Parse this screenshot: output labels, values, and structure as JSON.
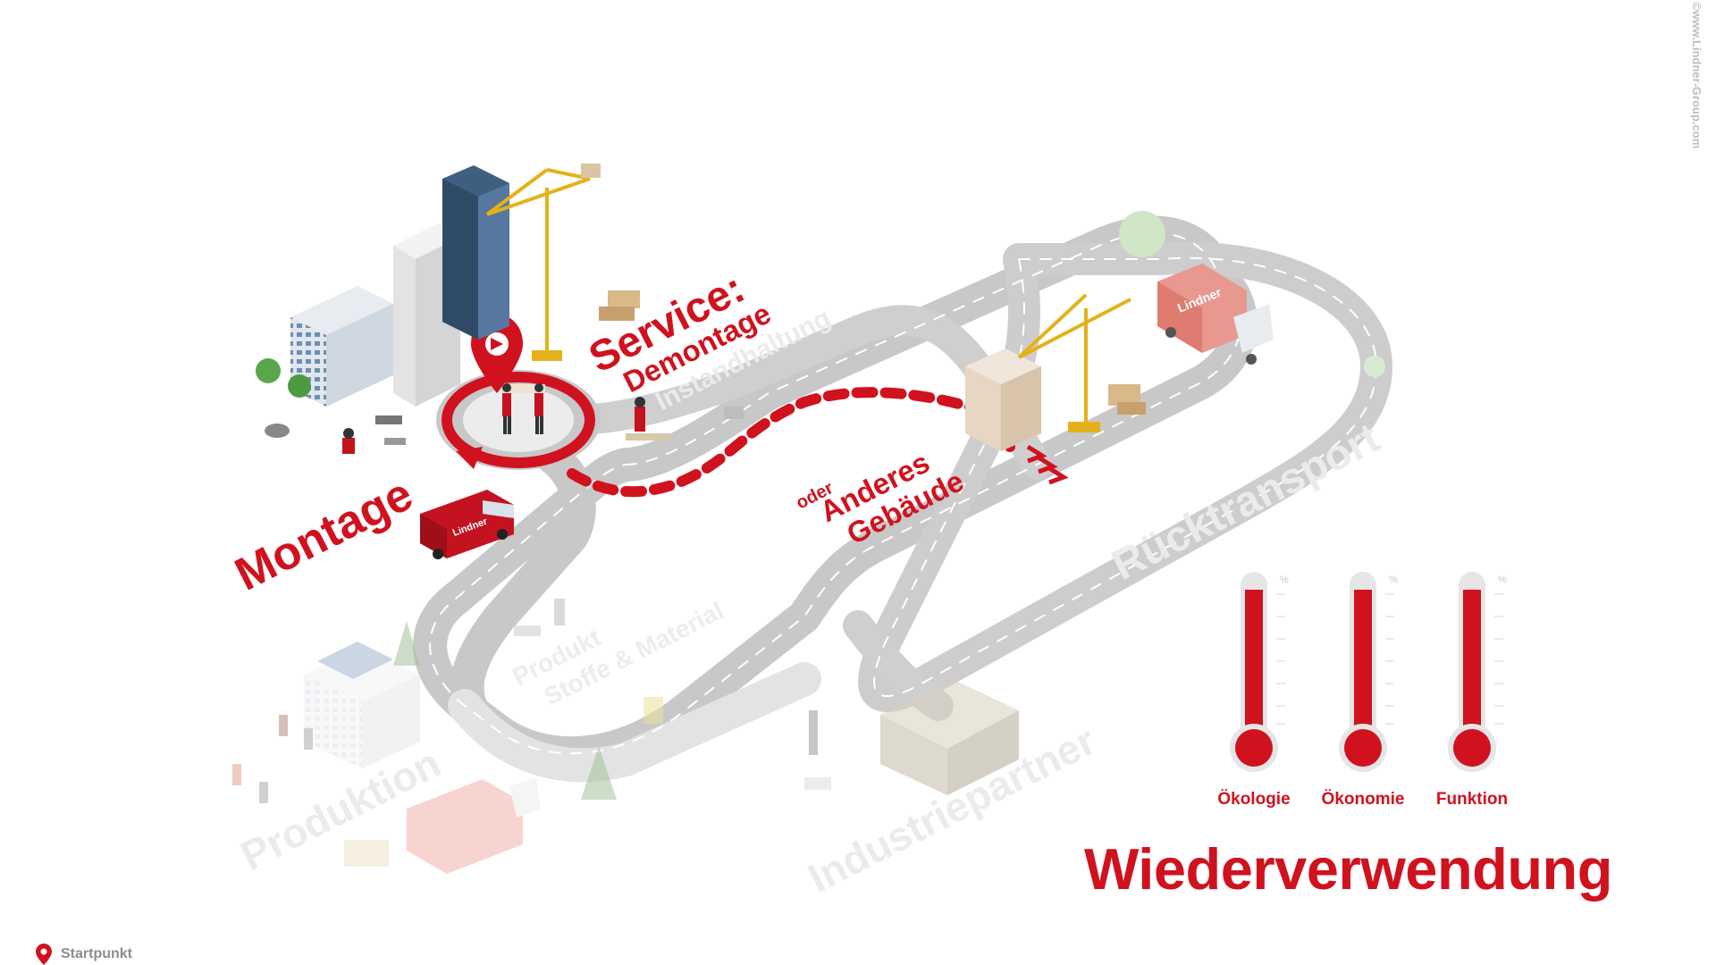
{
  "labels": {
    "service": "Service:",
    "demontage": "Demontage",
    "instandhaltung": "Instandhaltung",
    "montage": "Montage",
    "oder": "oder",
    "anderes": "Anderes",
    "gebaeude": "Gebäude",
    "ruecktransport": "Rücktransport",
    "produkt": "Produkt",
    "stoffe_material": "Stoffe & Material",
    "produktion": "Produktion",
    "industriepartner": "Industriepartner"
  },
  "brand": {
    "truck_text": "Lindner",
    "van_text": "Lindner"
  },
  "thermometers": [
    {
      "label": "Ökologie",
      "unit": "%",
      "level": 0.85
    },
    {
      "label": "Ökonomie",
      "unit": "%",
      "level": 0.85
    },
    {
      "label": "Funktion",
      "unit": "%",
      "level": 0.85
    }
  ],
  "title": "Wiederverwendung",
  "copyright": "©www.Lindner-Group.com",
  "legend": {
    "text": "Startpunkt"
  },
  "colors": {
    "accent": "#d0121f",
    "road": "#c9c9c9",
    "road_light": "#e4e4e4",
    "faded": "#e6e6e6"
  }
}
